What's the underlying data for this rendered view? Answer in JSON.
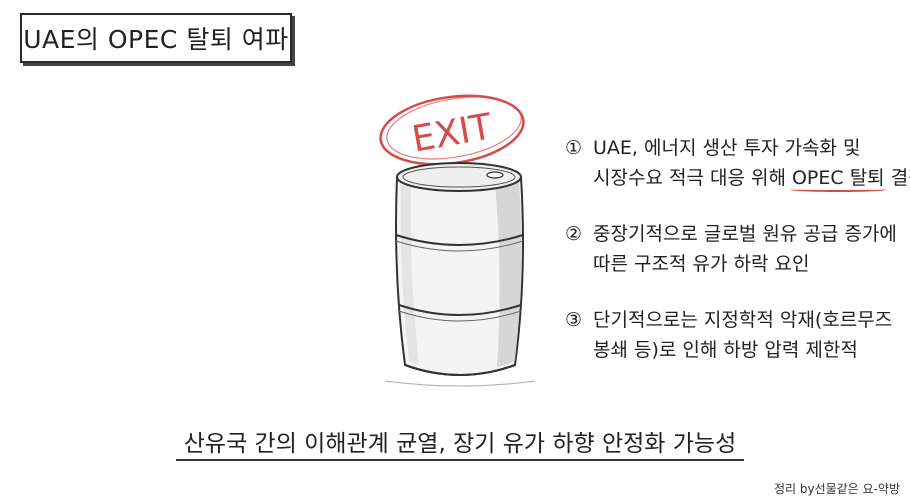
{
  "title": "UAE의 OPEC 탈퇴 여파",
  "illustration": {
    "stamp_text": "EXIT",
    "stamp_color": "#d84a4a"
  },
  "points": [
    {
      "num": "①",
      "line1": "UAE, 에너지 생산 투자 가속화 및",
      "line2_pre": "시장수요 적극 대응 위해 ",
      "line2_highlight": "OPEC 탈퇴",
      "line2_post": " 결정"
    },
    {
      "num": "②",
      "line1": "중장기적으로 글로벌 원유 공급 증가에",
      "line2": "따른 구조적 유가 하락 요인"
    },
    {
      "num": "③",
      "line1": "단기적으로는 지정학적 악재(호르무즈",
      "line2": "봉쇄 등)로 인해 하방 압력 제한적"
    }
  ],
  "conclusion": "산유국 간의 이해관계 균열, 장기 유가 하향 안정화 가능성",
  "credit": "정리 by선물같은 요-약방"
}
